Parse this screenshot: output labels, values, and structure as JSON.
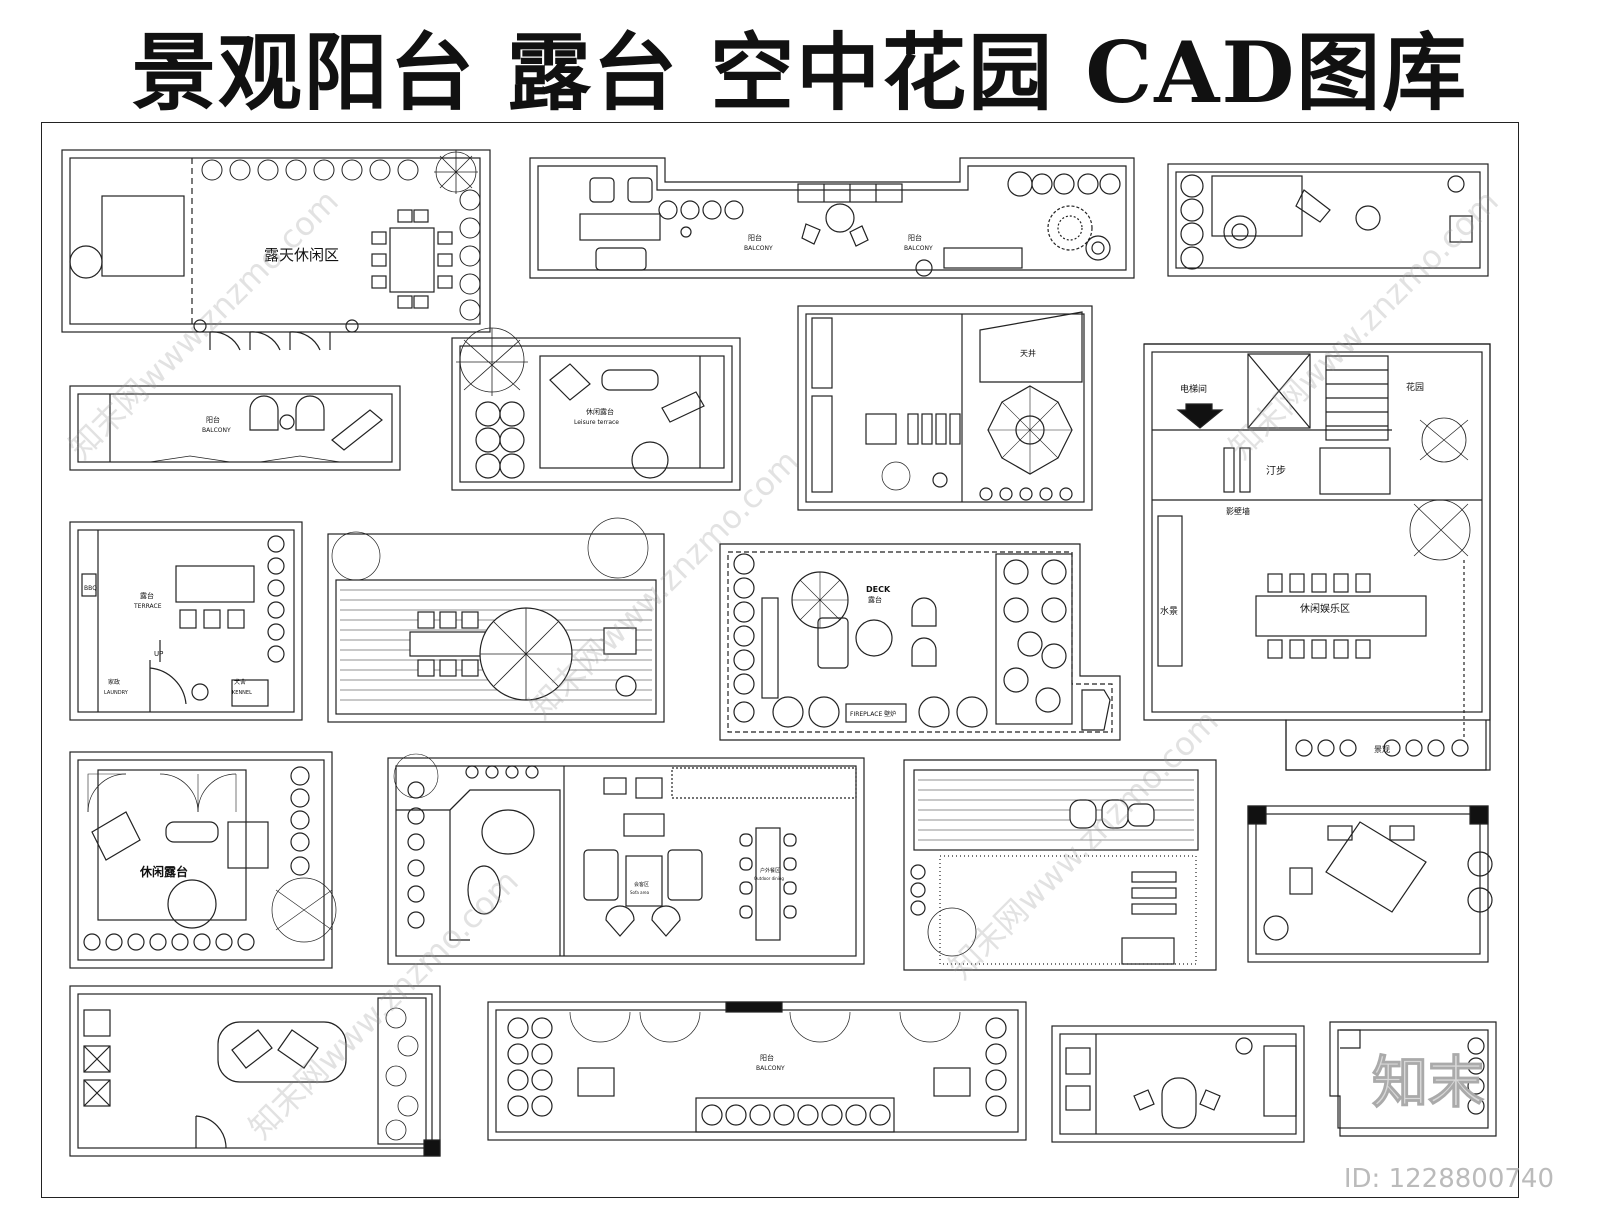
{
  "title": "景观阳台 露台 空中花园  CAD图库",
  "watermark": "知末网www.znzmo.com",
  "id_label": "ID: 1228800740",
  "logo_text": "知末",
  "plans": {
    "p1": {
      "label": "露天休闲区"
    },
    "p2": {
      "label_a": "阳台",
      "label_a_en": "BALCONY",
      "label_b": "阳台",
      "label_b_en": "BALCONY"
    },
    "p4": {
      "label": "阳台",
      "label_en": "BALCONY"
    },
    "p5": {
      "label": "休闲露台",
      "label_en": "Leisure terrace"
    },
    "p6": {
      "label": "天井"
    },
    "p7": {
      "label_a": "电梯间",
      "label_b": "花园",
      "label_c": "汀步",
      "label_d": "影壁墙",
      "label_e": "水景",
      "label_f": "休闲娱乐区",
      "label_g": "景观"
    },
    "p8": {
      "label": "露台",
      "label_en": "TERRACE",
      "label_bbq": "BBQ",
      "label_up": "UP",
      "label_laundry": "家政",
      "label_laundry_en": "LAUNDRY",
      "label_kennel": "犬舍",
      "label_kennel_en": "KENNEL"
    },
    "p10": {
      "label": "DECK",
      "label_cn": "露台",
      "label_fireplace": "FIREPLACE 壁炉"
    },
    "p11": {
      "label": "休闲露台"
    },
    "p12": {
      "label_a": "会客区",
      "label_a_en": "Sofa area",
      "label_b": "户外餐区",
      "label_b_en": "Outdoor dining"
    },
    "p16": {
      "label": "阳台",
      "label_en": "BALCONY"
    }
  }
}
